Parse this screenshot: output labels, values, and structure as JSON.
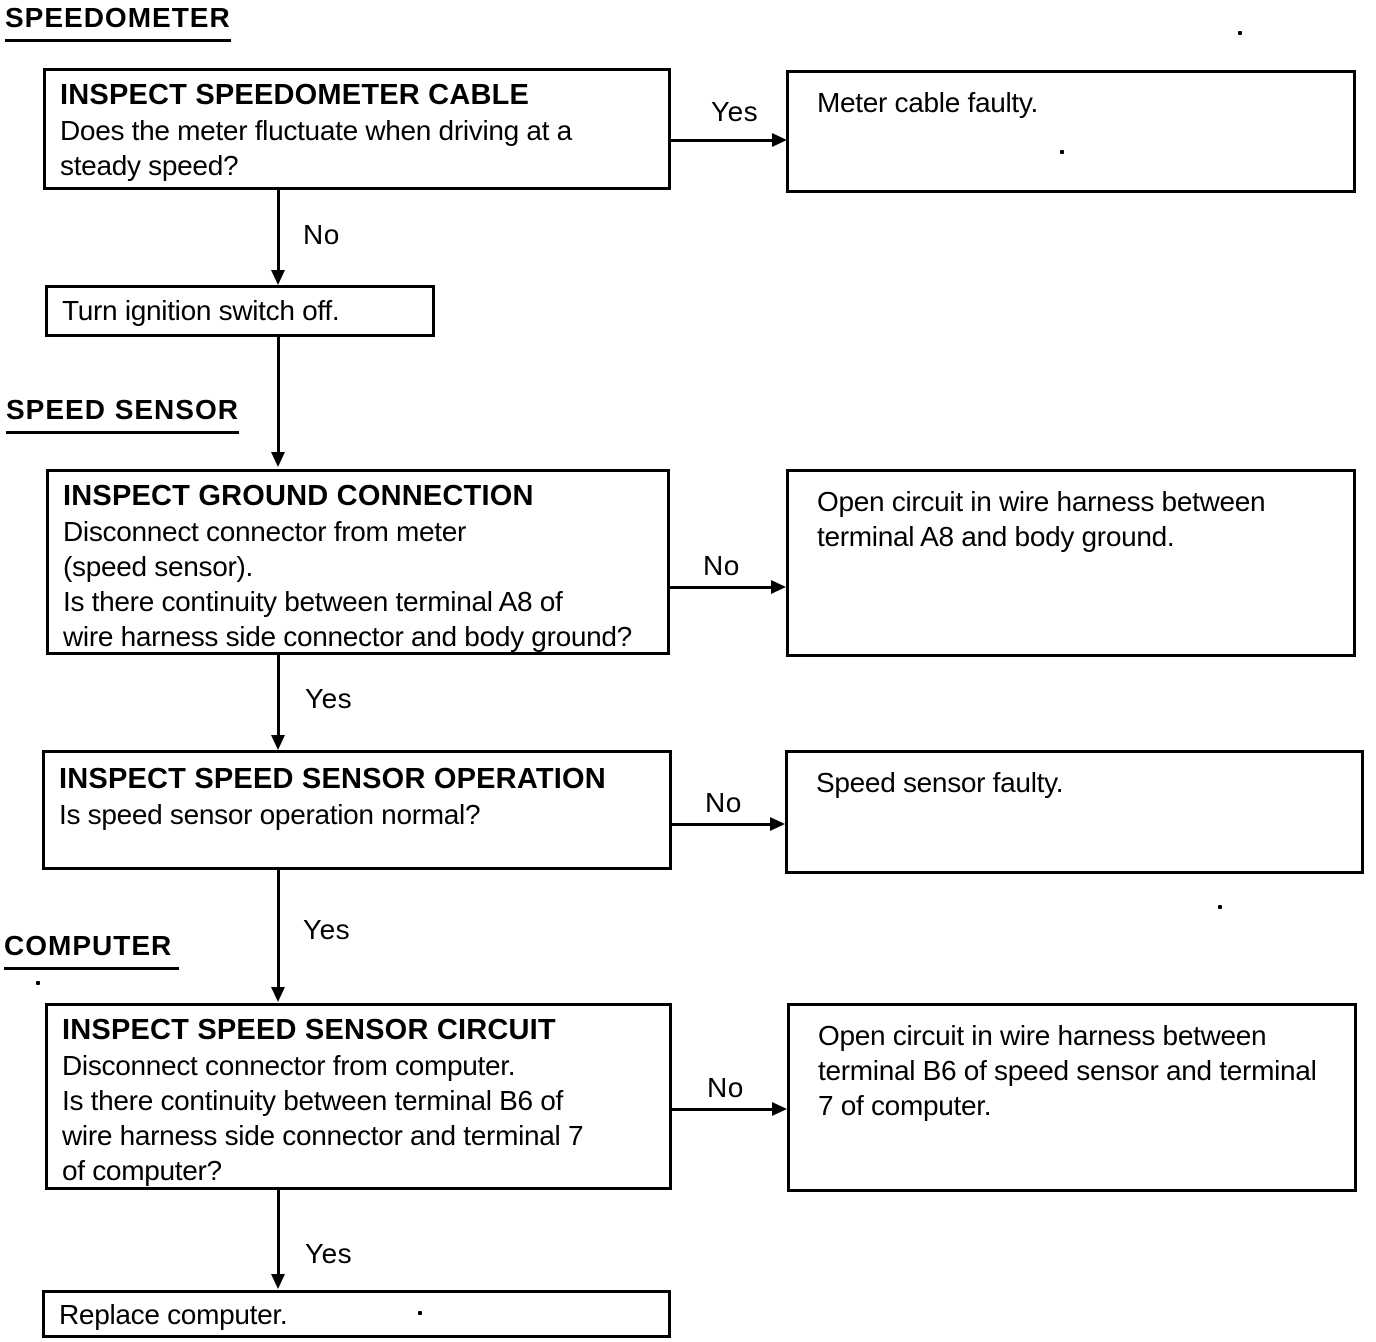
{
  "headings": {
    "speedometer": "SPEEDOMETER",
    "speed_sensor": "SPEED SENSOR",
    "computer": "COMPUTER"
  },
  "nodes": {
    "inspect_speedometer_cable": {
      "title": "INSPECT SPEEDOMETER CABLE",
      "line1": "Does the meter fluctuate when driving at a",
      "line2": "steady speed?"
    },
    "meter_cable_faulty": {
      "line1": "Meter cable faulty."
    },
    "turn_ignition_switch_off": {
      "line1": "Turn ignition switch off."
    },
    "inspect_ground_connection": {
      "title": "INSPECT GROUND CONNECTION",
      "line1": "Disconnect connector from meter",
      "line2": "(speed sensor).",
      "line3": "Is there continuity between terminal A8 of",
      "line4": "wire harness side connector and body ground?"
    },
    "open_circuit_a8": {
      "line1": "Open circuit in wire harness between",
      "line2": "terminal A8 and body ground."
    },
    "inspect_speed_sensor_operation": {
      "title": "INSPECT SPEED SENSOR OPERATION",
      "line1": "Is speed sensor operation normal?"
    },
    "speed_sensor_faulty": {
      "line1": "Speed sensor faulty."
    },
    "inspect_speed_sensor_circuit": {
      "title": "INSPECT SPEED SENSOR CIRCUIT",
      "line1": "Disconnect connector from computer.",
      "line2": "Is there continuity between terminal B6 of",
      "line3": "wire harness side connector and terminal 7",
      "line4": "of computer?"
    },
    "open_circuit_b6": {
      "line1": "Open circuit in wire harness between",
      "line2": "terminal B6 of speed sensor and terminal",
      "line3": "7 of computer."
    },
    "replace_computer": {
      "line1": "Replace computer."
    }
  },
  "edge_labels": {
    "yes1": "Yes",
    "no1": "No",
    "no2": "No",
    "yes2": "Yes",
    "no3": "No",
    "yes3": "Yes",
    "no4": "No",
    "yes4": "Yes"
  },
  "colors": {
    "line": "#000000",
    "background": "#ffffff"
  }
}
